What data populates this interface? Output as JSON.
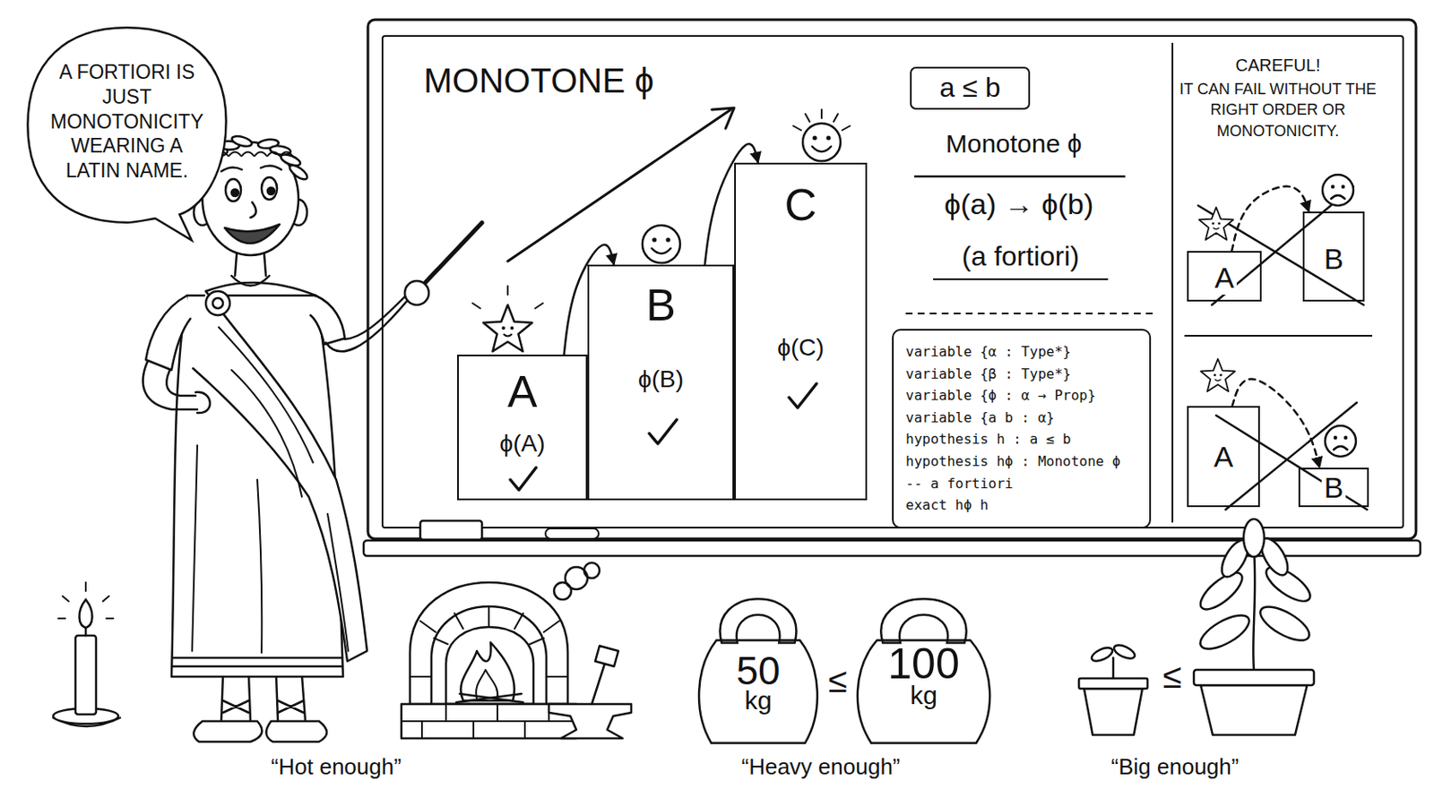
{
  "diagram": {
    "title": "MONOTONE ϕ",
    "nodes": [
      {
        "text": [
          "A FORTIORI IS JUST MONOTONICITY WEARING A LATIN NAME."
        ]
      },
      {
        "text": [
          "A",
          "ϕ(A)"
        ]
      },
      {
        "text": [
          "B",
          "ϕ(B)"
        ]
      },
      {
        "text": [
          "C",
          "ϕ(C)"
        ]
      },
      {
        "text": [
          "a ≤ b"
        ]
      },
      {
        "text": [
          "variable {α : Type*}",
          "variable {β : Type*}",
          "variable {ϕ : α → Prop}",
          "variable {a b : α}",
          "hypothesis h : a ≤ b",
          "hypothesis hϕ : Monotone ϕ",
          "-- a fortiori",
          "exact hϕ h"
        ]
      },
      {
        "text": [
          "A"
        ]
      },
      {
        "text": [
          "B"
        ]
      },
      {
        "text": [
          "A"
        ]
      },
      {
        "text": [
          "B"
        ]
      },
      {
        "text": [
          "50",
          "kg"
        ]
      },
      {
        "text": [
          "100",
          "kg"
        ]
      }
    ],
    "edges": [
      {
        "from": 1,
        "to": 2,
        "arrow": "to"
      },
      {
        "from": 2,
        "to": 3,
        "arrow": "to"
      },
      {
        "from": 6,
        "to": 7,
        "arrow": "to"
      },
      {
        "from": 8,
        "to": 9,
        "arrow": "to"
      }
    ],
    "labels": [
      "Monotone ϕ",
      "ϕ(a) → ϕ(b)",
      "(a fortiori)",
      "CAREFUL!",
      "IT CAN FAIL WITHOUT THE RIGHT ORDER OR MONOTONICITY.",
      "“Hot enough”",
      "≤",
      "“Heavy enough”",
      "≤",
      "“Big enough”"
    ]
  }
}
